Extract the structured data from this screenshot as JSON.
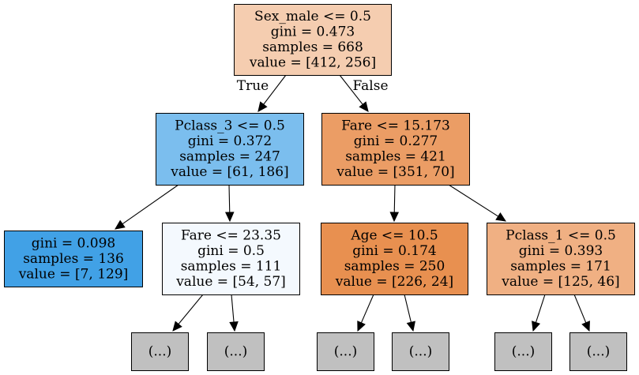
{
  "tree": {
    "nodes": [
      {
        "id": "root",
        "fill": "#f5cdb0",
        "lines": [
          "Sex_male <= 0.5",
          "gini = 0.473",
          "samples = 668",
          "value = [412, 256]"
        ]
      },
      {
        "id": "pclass3",
        "fill": "#7bbeee",
        "lines": [
          "Pclass_3 <= 0.5",
          "gini = 0.372",
          "samples = 247",
          "value = [61, 186]"
        ]
      },
      {
        "id": "fare15",
        "fill": "#eb9d65",
        "lines": [
          "Fare <= 15.173",
          "gini = 0.277",
          "samples = 421",
          "value = [351, 70]"
        ]
      },
      {
        "id": "leaf-gini098",
        "fill": "#41a1e6",
        "lines": [
          "gini = 0.098",
          "samples = 136",
          "value = [7, 129]"
        ]
      },
      {
        "id": "fare23",
        "fill": "#f4f9fe",
        "lines": [
          "Fare <= 23.35",
          "gini = 0.5",
          "samples = 111",
          "value = [54, 57]"
        ]
      },
      {
        "id": "age10",
        "fill": "#e89050",
        "lines": [
          "Age <= 10.5",
          "gini = 0.174",
          "samples = 250",
          "value = [226, 24]"
        ]
      },
      {
        "id": "pclass1",
        "fill": "#f0b083",
        "lines": [
          "Pclass_1 <= 0.5",
          "gini = 0.393",
          "samples = 171",
          "value = [125, 46]"
        ]
      },
      {
        "id": "trunc-1",
        "fill": "#c0c0c0",
        "lines": [
          "(...)"
        ]
      },
      {
        "id": "trunc-2",
        "fill": "#c0c0c0",
        "lines": [
          "(...)"
        ]
      },
      {
        "id": "trunc-3",
        "fill": "#c0c0c0",
        "lines": [
          "(...)"
        ]
      },
      {
        "id": "trunc-4",
        "fill": "#c0c0c0",
        "lines": [
          "(...)"
        ]
      },
      {
        "id": "trunc-5",
        "fill": "#c0c0c0",
        "lines": [
          "(...)"
        ]
      },
      {
        "id": "trunc-6",
        "fill": "#c0c0c0",
        "lines": [
          "(...)"
        ]
      }
    ],
    "edges": [
      {
        "from": "root",
        "to": "pclass3",
        "label": "True"
      },
      {
        "from": "root",
        "to": "fare15",
        "label": "False"
      },
      {
        "from": "pclass3",
        "to": "leaf-gini098",
        "label": ""
      },
      {
        "from": "pclass3",
        "to": "fare23",
        "label": ""
      },
      {
        "from": "fare15",
        "to": "age10",
        "label": ""
      },
      {
        "from": "fare15",
        "to": "pclass1",
        "label": ""
      },
      {
        "from": "fare23",
        "to": "trunc-1",
        "label": ""
      },
      {
        "from": "fare23",
        "to": "trunc-2",
        "label": ""
      },
      {
        "from": "age10",
        "to": "trunc-3",
        "label": ""
      },
      {
        "from": "age10",
        "to": "trunc-4",
        "label": ""
      },
      {
        "from": "pclass1",
        "to": "trunc-5",
        "label": ""
      },
      {
        "from": "pclass1",
        "to": "trunc-6",
        "label": ""
      }
    ]
  }
}
